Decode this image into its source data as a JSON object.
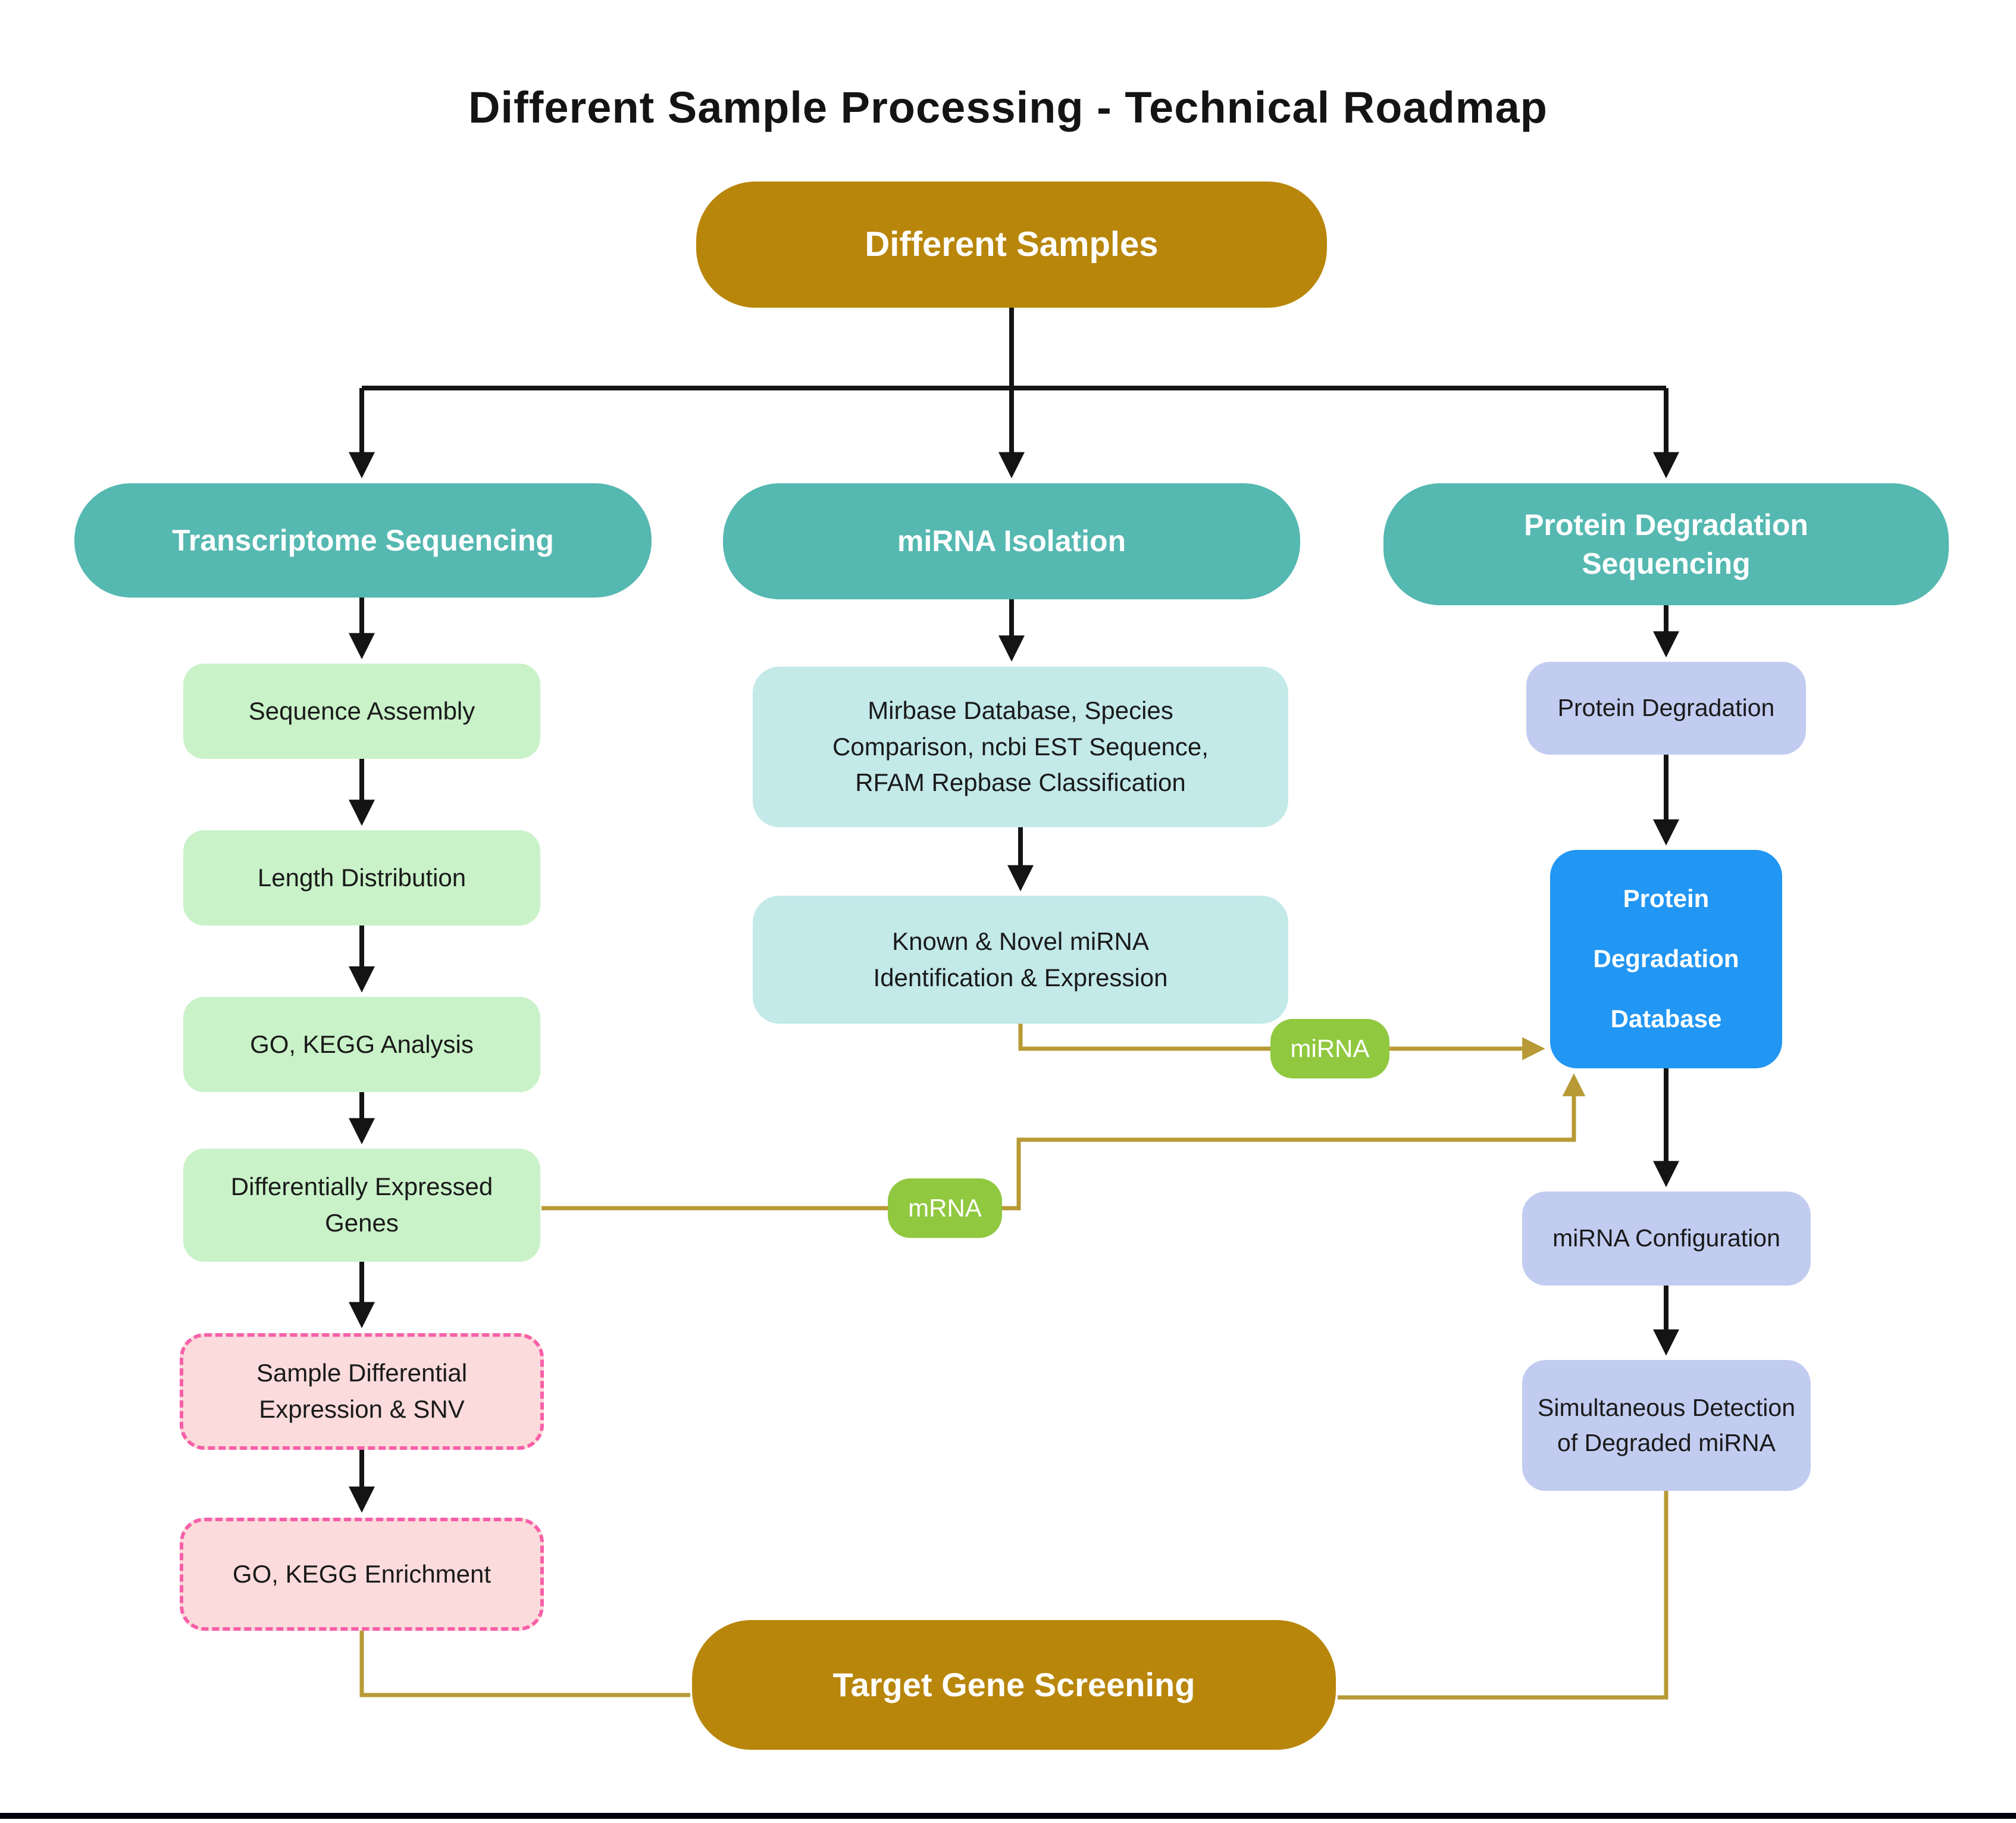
{
  "title": "Different Sample Processing - Technical Roadmap",
  "root": {
    "label": "Different Samples"
  },
  "branches": {
    "transcriptome": {
      "header": "Transcriptome Sequencing",
      "steps": [
        "Sequence Assembly",
        "Length Distribution",
        "GO, KEGG Analysis",
        "Differentially Expressed\nGenes"
      ],
      "dashed_steps": [
        "Sample Differential\nExpression & SNV",
        "GO, KEGG Enrichment"
      ]
    },
    "mirna": {
      "header": "miRNA Isolation",
      "steps": [
        "Mirbase Database, Species\nComparison, ncbi EST Sequence,\nRFAM Repbase Classification",
        "Known & Novel miRNA\nIdentification & Expression"
      ]
    },
    "protein": {
      "header": "Protein Degradation\nSequencing",
      "steps": [
        "Protein Degradation",
        "Protein\nDegradation\nDatabase",
        "miRNA Configuration",
        "Simultaneous Detection\nof Degraded miRNA"
      ]
    }
  },
  "edge_labels": {
    "mirna": "miRNA",
    "mrna": "mRNA"
  },
  "target": {
    "label": "Target Gene Screening"
  },
  "colors": {
    "terminal_gold": "#B8860B",
    "header_teal": "#55B8B1",
    "step_green": "#C9F2C8",
    "step_cyan": "#C3E9E9",
    "step_lavender": "#C2CCF0",
    "database_blue": "#2196F3",
    "dashed_pink_fill": "#FBDBDB",
    "dashed_pink_border": "#F75FA8",
    "edge_pill_green": "#90C83F",
    "connector_gold": "#B79A35",
    "connector_black": "#141414"
  }
}
